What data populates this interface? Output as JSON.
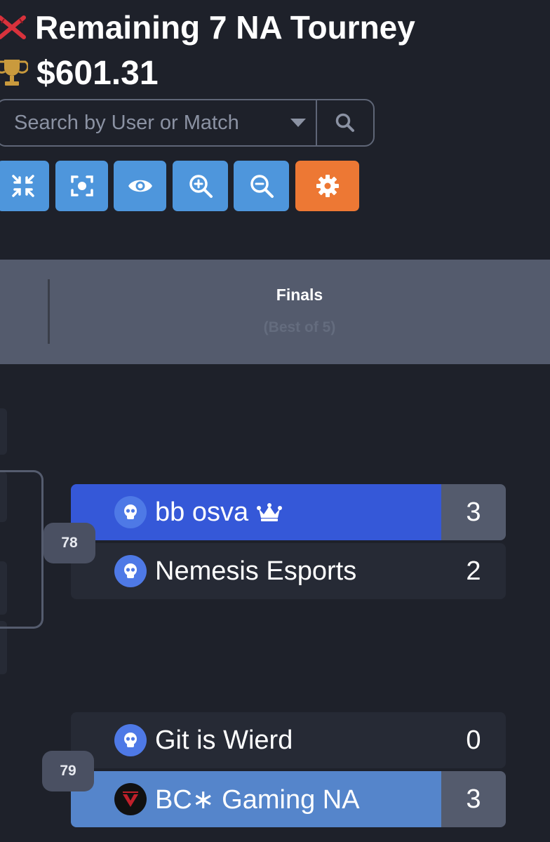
{
  "header": {
    "title": "Remaining 7 NA Tourney",
    "prize": "$601.31",
    "title_icon": "crossed-swords-icon",
    "prize_icon": "trophy-icon"
  },
  "search": {
    "placeholder": "Search by User or Match",
    "value": ""
  },
  "toolbar": {
    "buttons": [
      "compress-icon",
      "focus-icon",
      "eye-icon",
      "zoom-in-icon",
      "zoom-out-icon",
      "gear-icon"
    ]
  },
  "round": {
    "name": "Finals",
    "format": "(Best of 5)"
  },
  "matches": [
    {
      "number": "78",
      "teams": [
        {
          "name": "bb osva",
          "score": "3",
          "winner": true,
          "crown": true
        },
        {
          "name": "Nemesis Esports",
          "score": "2",
          "winner": false
        }
      ]
    },
    {
      "number": "79",
      "teams": [
        {
          "name": "Git is Wierd",
          "score": "0",
          "winner": false
        },
        {
          "name": "BC∗ Gaming NA",
          "score": "3",
          "winner": true
        }
      ]
    }
  ],
  "colors": {
    "background": "#1e212a",
    "primary_button": "#4e96dc",
    "settings_button": "#ed7834",
    "winner_row": "#3558d8",
    "winner_row_alt": "#5585cb",
    "header_band": "#545b6d"
  }
}
